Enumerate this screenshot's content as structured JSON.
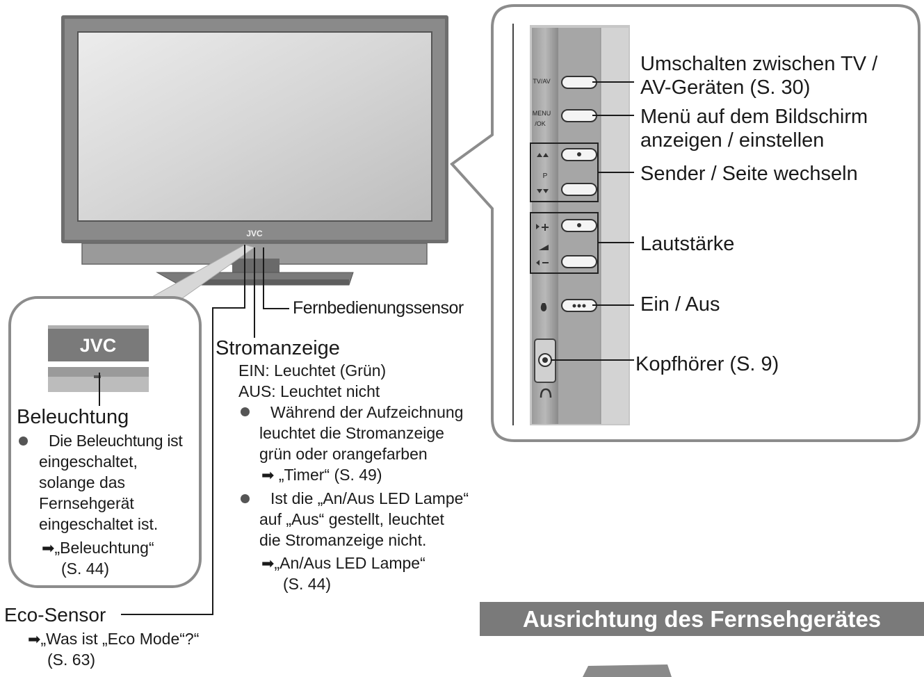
{
  "brand": {
    "logo": "JVC"
  },
  "panel": {
    "button_tvav": "TV/AV",
    "button_menu_line1": "MENU",
    "button_menu_line2": "/OK",
    "button_p": "P"
  },
  "labels": {
    "tvav_line1": "Umschalten zwischen TV /",
    "tvav_line2": "AV-Geräten (S. 30)",
    "menu_line1": "Menü auf dem Bildschirm",
    "menu_line2": "anzeigen / einstellen",
    "channel": "Sender / Seite wechseln",
    "volume": "Lautstärke",
    "power": "Ein / Aus",
    "headphones": "Kopfhörer (S. 9)",
    "remote_sensor": "Fernbedienungssensor"
  },
  "stromanzeige": {
    "title": "Stromanzeige",
    "on": "EIN: Leuchtet (Grün)",
    "off": "AUS: Leuchtet nicht",
    "b1_l1": "Während der Aufzeichnung",
    "b1_l2": "leuchtet die Stromanzeige",
    "b1_l3": "grün oder orangefarben",
    "b1_ref": "„Timer“ (S. 49)",
    "b2_l1": "Ist die „An/Aus LED Lampe“",
    "b2_l2": "auf „Aus“ gestellt, leuchtet",
    "b2_l3": "die Stromanzeige nicht.",
    "b2_ref1": "„An/Aus LED Lampe“",
    "b2_ref2": "(S. 44)"
  },
  "beleuchtung": {
    "title": "Beleuchtung",
    "l1": "Die Beleuchtung ist",
    "l2": "eingeschaltet,",
    "l3": "solange das",
    "l4": "Fernsehgerät",
    "l5": "eingeschaltet ist.",
    "ref1": "„Beleuchtung“",
    "ref2": "(S. 44)"
  },
  "eco": {
    "title": "Eco-Sensor",
    "ref1": "„Was ist „Eco Mode“?“",
    "ref2": "(S. 63)"
  },
  "heading": "Ausrichtung des Fernsehgerätes",
  "colors": {
    "frame": "#6e6e6e",
    "screen": "#d4d4d4",
    "heading_bg": "#7a7a7a"
  }
}
